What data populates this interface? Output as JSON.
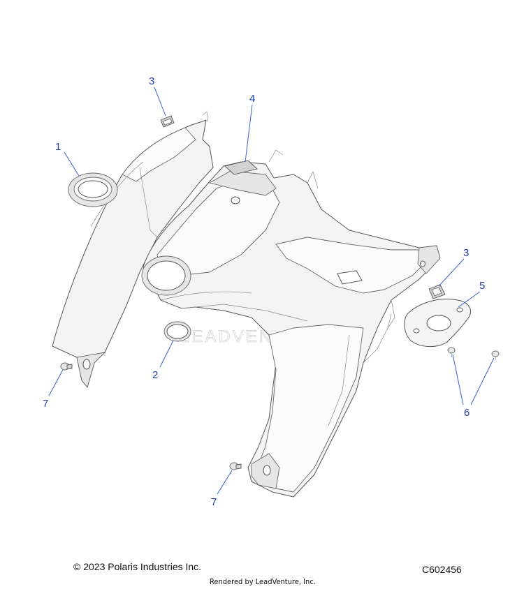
{
  "callouts": {
    "c1": "1",
    "c2": "2",
    "c3a": "3",
    "c3b": "3",
    "c4": "4",
    "c5": "5",
    "c6": "6",
    "c7a": "7",
    "c7b": "7"
  },
  "watermark": "LEADVENTURE",
  "footer": {
    "copyright": "© 2023 Polaris Industries Inc.",
    "figure_code": "C602456",
    "rendered_by": "Rendered by LeadVenture, Inc."
  },
  "colors": {
    "callout_text": "#1f3fb0",
    "leader_line": "#3a5fd0",
    "part_outline": "#555555"
  }
}
